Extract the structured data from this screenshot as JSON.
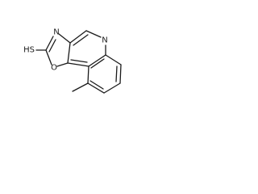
{
  "structure": {
    "atoms": {
      "sulfur": "HS",
      "oxazole_nitrogen": "N",
      "oxazole_oxygen": "O",
      "quinoline_nitrogen": "N"
    }
  }
}
